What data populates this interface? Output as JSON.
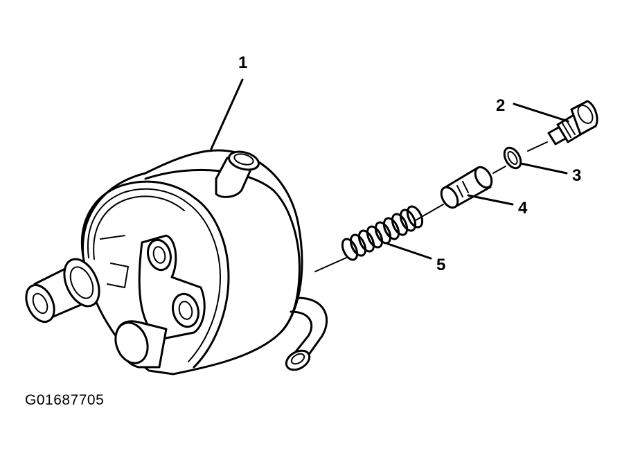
{
  "figure": {
    "id_label": "G01687705"
  },
  "callouts": [
    {
      "number": "1",
      "part": "pump-body"
    },
    {
      "number": "2",
      "part": "fitting"
    },
    {
      "number": "3",
      "part": "o-ring"
    },
    {
      "number": "4",
      "part": "valve"
    },
    {
      "number": "5",
      "part": "spring"
    }
  ]
}
